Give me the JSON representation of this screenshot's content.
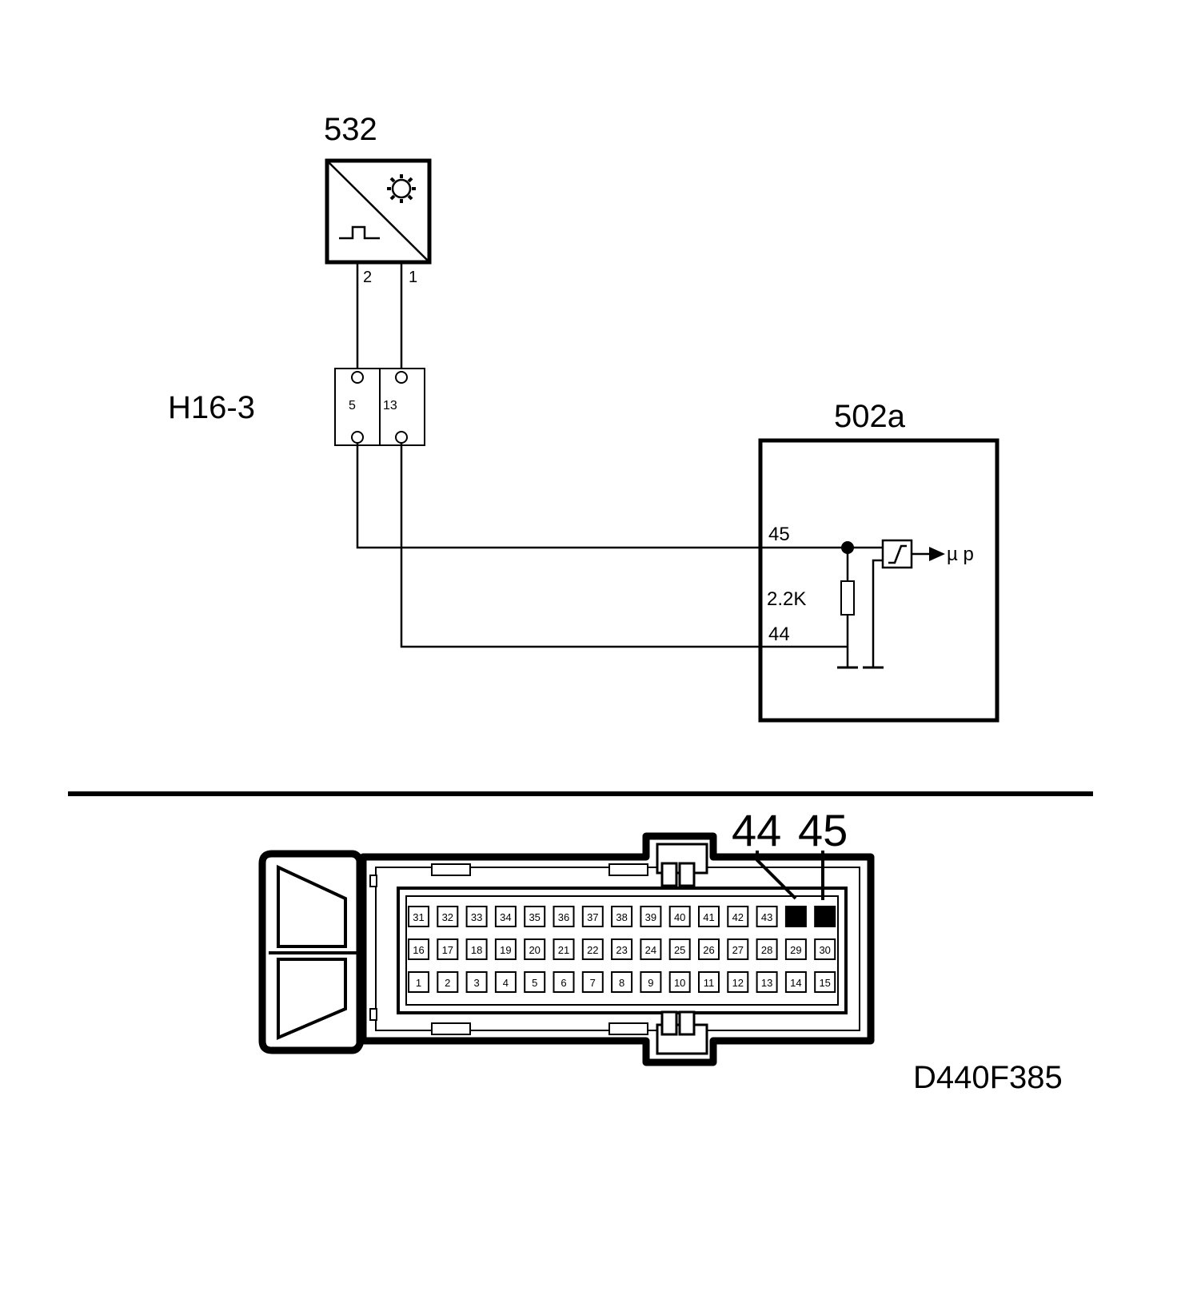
{
  "components": {
    "sensor": {
      "id": "532",
      "pin_left": "2",
      "pin_right": "1"
    },
    "connector": {
      "id": "H16-3",
      "pin_left": "5",
      "pin_right": "13"
    },
    "control_unit": {
      "id": "502a",
      "pin_signal": "45",
      "pin_ground": "44",
      "resistor_value": "2.2K",
      "output_label": "µ p"
    }
  },
  "connector_view": {
    "callout_left": "44",
    "callout_right": "45",
    "row_top": [
      "31",
      "32",
      "33",
      "34",
      "35",
      "36",
      "37",
      "38",
      "39",
      "40",
      "41",
      "42",
      "43",
      "",
      ""
    ],
    "row_middle": [
      "16",
      "17",
      "18",
      "19",
      "20",
      "21",
      "22",
      "23",
      "24",
      "25",
      "26",
      "27",
      "28",
      "29",
      "30"
    ],
    "row_bottom": [
      "1",
      "2",
      "3",
      "4",
      "5",
      "6",
      "7",
      "8",
      "9",
      "10",
      "11",
      "12",
      "13",
      "14",
      "15"
    ],
    "highlighted_pins": [
      "44",
      "45"
    ]
  },
  "figure_code": "D440F385"
}
